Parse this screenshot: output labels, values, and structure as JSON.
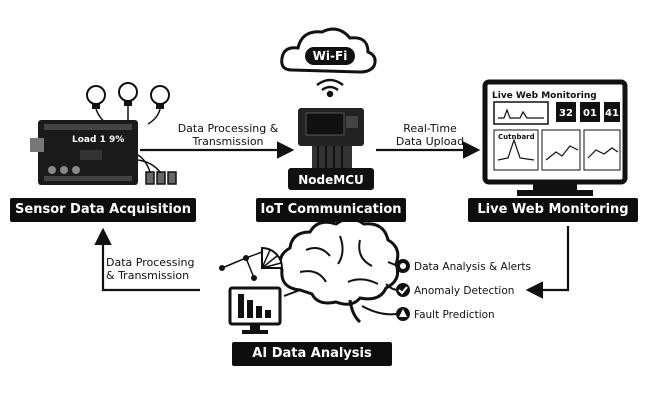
{
  "wifi_text": "Wi-Fi",
  "labels": {
    "processing_top_1": "Data Processing &",
    "processing_top_2": "Transmission",
    "realtime_1": "Real-Time",
    "realtime_2": "Data Upload",
    "processing_left_1": "Data Processing",
    "processing_left_2": "& Transmission"
  },
  "board_text": "Load 1 9%",
  "nodemcu_label": "NodeMCU",
  "banners": {
    "sensor": "Sensor Data Acquisition",
    "iot": "IoT Communication",
    "web": "Live Web Monitoring",
    "ai": "AI Data Analysis"
  },
  "monitor": {
    "title": "Live Web Monitoring",
    "stat_1": "32",
    "stat_2": "01",
    "stat_3": "41",
    "chart_label": "Cutnbard"
  },
  "outputs": {
    "analysis": "Data Analysis & Alerts",
    "anomaly": "Anomaly Detection",
    "fault": "Fault Prediction"
  },
  "colors": {
    "ink": "#111111",
    "banner": "#0d0d0d"
  }
}
